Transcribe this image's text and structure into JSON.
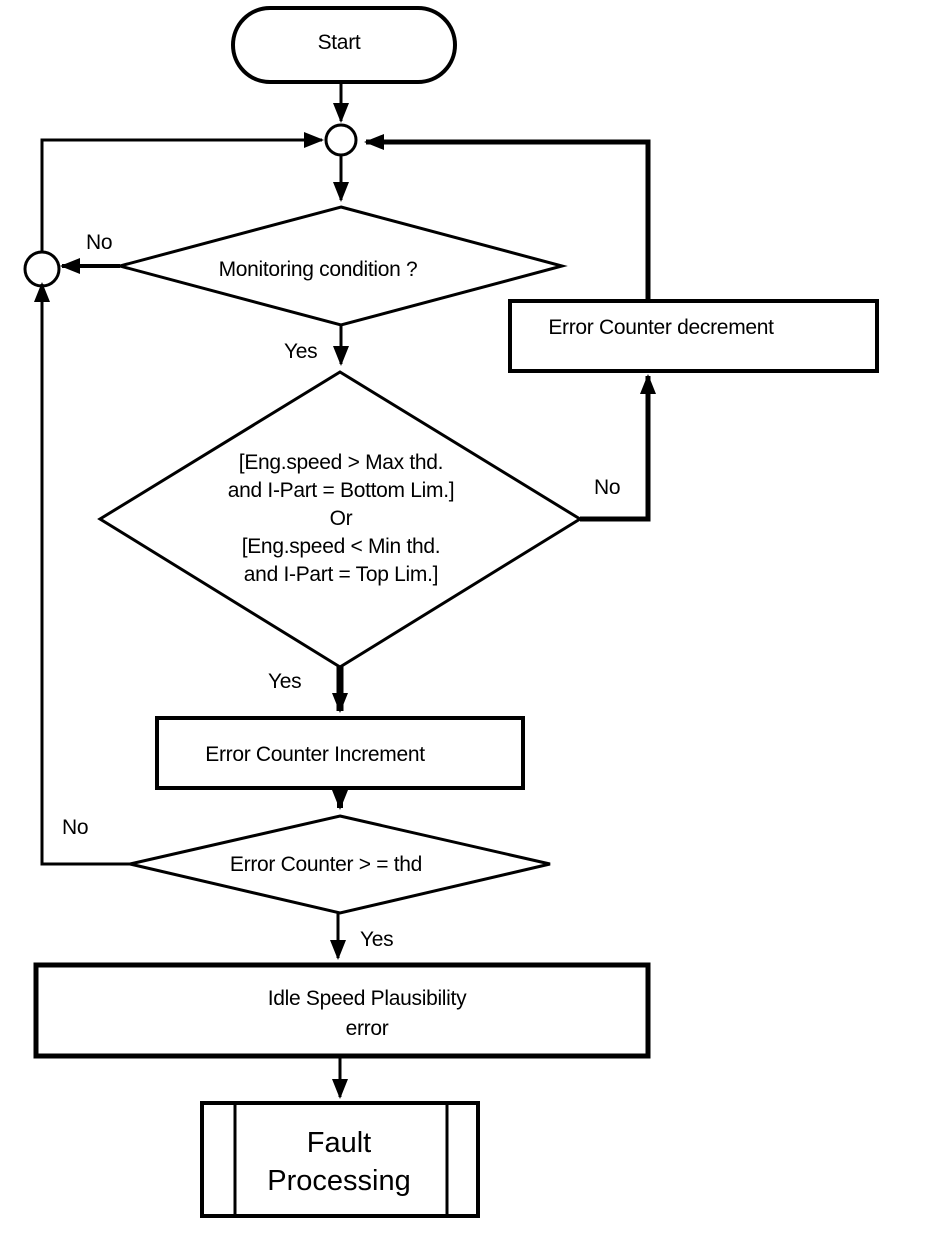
{
  "diagram": {
    "title_hint": "Idle speed plausibility error detection flowchart",
    "colors": {
      "line": "#000000",
      "text": "#000000",
      "background": "#ffffff"
    },
    "nodes": {
      "start": {
        "type": "terminator",
        "label": "Start"
      },
      "monitoring_decision": {
        "type": "decision",
        "label": "Monitoring condition ?"
      },
      "error_counter_decrement": {
        "type": "process",
        "label": "Error Counter decrement"
      },
      "speed_condition_decision": {
        "type": "decision",
        "lines": [
          "[Eng.speed > Max thd.",
          "and I-Part = Bottom Lim.]",
          "Or",
          "[Eng.speed < Min thd.",
          "and I-Part = Top Lim.]"
        ]
      },
      "error_counter_increment": {
        "type": "process",
        "label": "Error Counter Increment"
      },
      "threshold_decision": {
        "type": "decision",
        "label": "Error Counter > = thd"
      },
      "idle_speed_error": {
        "type": "process",
        "lines": [
          "Idle Speed Plausibility",
          "error"
        ]
      },
      "fault_processing": {
        "type": "predefined-process",
        "lines": [
          "Fault",
          "Processing"
        ]
      }
    },
    "edge_labels": {
      "monitoring_no": "No",
      "monitoring_yes": "Yes",
      "speed_condition_no": "No",
      "speed_condition_yes": "Yes",
      "threshold_no": "No",
      "threshold_yes": "Yes"
    }
  }
}
